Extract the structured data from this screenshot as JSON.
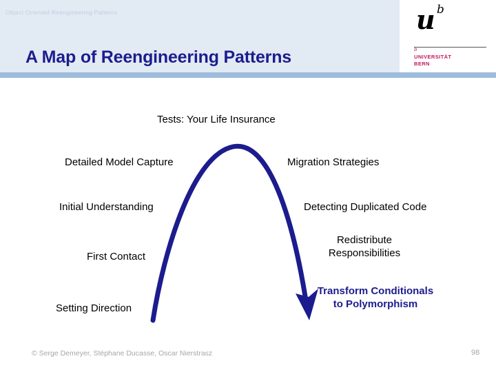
{
  "header": {
    "kicker": "Object Oriented Reengineering Patterns",
    "title": "A Map of Reengineering Patterns"
  },
  "logo": {
    "mark": "u",
    "superscript": "b",
    "tiny_b": "b",
    "line1": "UNIVERSITÄT",
    "line2": "BERN",
    "accent_color": "#c2185b"
  },
  "diagram": {
    "arc_color": "#1c1c8e",
    "nodes": [
      {
        "label": "Tests: Your Life Insurance",
        "emphasis": false
      },
      {
        "label": "Detailed Model Capture",
        "emphasis": false
      },
      {
        "label": "Migration Strategies",
        "emphasis": false
      },
      {
        "label": "Initial Understanding",
        "emphasis": false
      },
      {
        "label": "Detecting Duplicated Code",
        "emphasis": false
      },
      {
        "label": "First Contact",
        "emphasis": false
      },
      {
        "label": "Redistribute Responsibilities",
        "emphasis": false
      },
      {
        "label": "Setting Direction",
        "emphasis": false
      },
      {
        "label": "Transform Conditionals to Polymorphism",
        "emphasis": true
      }
    ]
  },
  "footer": {
    "copyright": "© Serge Demeyer, Stéphane Ducasse, Oscar Nierstrasz",
    "page_number": "98"
  }
}
